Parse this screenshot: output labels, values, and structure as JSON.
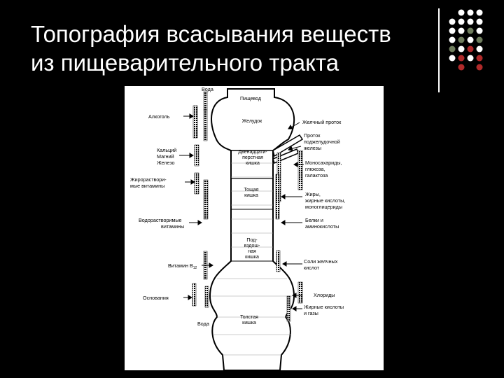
{
  "slide": {
    "title_line1": "Топография всасывания веществ",
    "title_line2": "из пищеварительного тракта",
    "dot_colors": [
      "#ffffff",
      "#6e7c5c",
      "#b02a2a"
    ]
  },
  "diagram": {
    "organs": {
      "esophagus": "Пищевод",
      "stomach": "Желудок",
      "duodenum_1": "Двенадцати-",
      "duodenum_2": "перстная",
      "duodenum_3": "кишка",
      "jejunum_1": "Тощая",
      "jejunum_2": "кишка",
      "ileum_1": "Под-",
      "ileum_2": "вздош-",
      "ileum_3": "ная",
      "ileum_4": "кишка",
      "colon_1": "Толстая",
      "colon_2": "кишка"
    },
    "left": {
      "water_top": "Вода",
      "alcohol": "Алкоголь",
      "minerals_1": "Кальций",
      "minerals_2": "Магний",
      "minerals_3": "Железо",
      "fat_vit_1": "Жирораствори-",
      "fat_vit_2": "мые витамины",
      "water_vit_1": "Водорастворимые",
      "water_vit_2": "витамины",
      "b12_text": "Витамин B",
      "b12_sub": "12",
      "bases": "Основания",
      "water_bottom": "Вода"
    },
    "right": {
      "bile_duct": "Желчный проток",
      "pancreatic_1": "Проток",
      "pancreatic_2": "поджелудочной",
      "pancreatic_3": "железы",
      "mono_1": "Моносахариды,",
      "mono_2": "глюкоза,",
      "mono_3": "галактоза",
      "fats_1": "Жиры,",
      "fats_2": "жирные кислоты,",
      "fats_3": "моноглицериды",
      "proteins_1": "Белки и",
      "proteins_2": "аминокислоты",
      "bile_salts_1": "Соли желчных",
      "bile_salts_2": "кислот",
      "chlorides": "Хлориды",
      "fatty_gases_1": "Жирные кислоты",
      "fatty_gases_2": "и газы"
    }
  }
}
